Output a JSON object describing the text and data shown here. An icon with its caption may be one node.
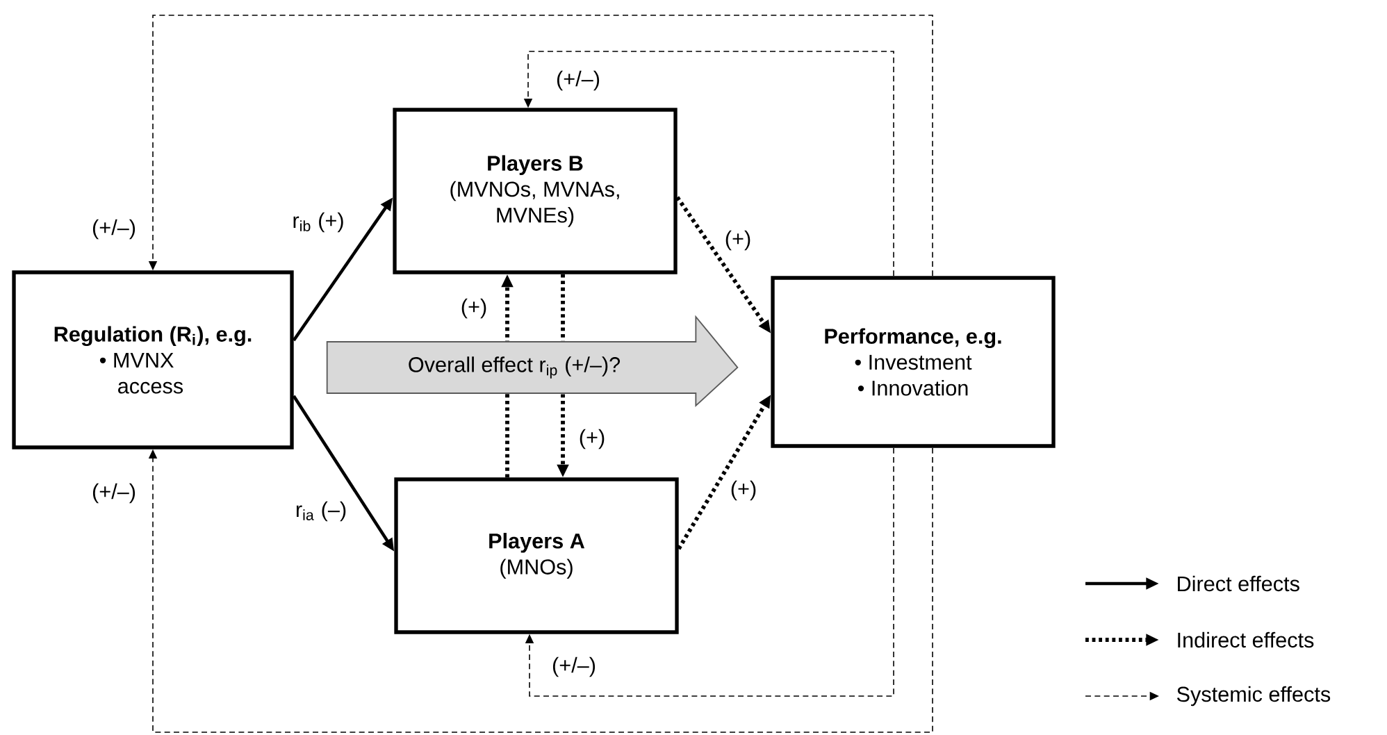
{
  "diagram": {
    "nodes": [
      {
        "text": [
          "Regulation (R$_{i}$), e.g.",
          "• MVNX access"
        ]
      },
      {
        "text": [
          "Players B",
          "(MVNOs, MVNAs, MVNEs)"
        ]
      },
      {
        "text": [
          "Players A",
          "(MNOs)"
        ]
      },
      {
        "text": [
          "Performance, e.g.",
          "• Investment",
          "• Innovation"
        ]
      }
    ],
    "edges": [
      {
        "from": 0,
        "to": 1,
        "arrow": "to",
        "label": "r$_{ib}$ (+)"
      },
      {
        "from": 0,
        "to": 2,
        "arrow": "to",
        "label": "r$_{ia}$ (–)"
      },
      {
        "from": 2,
        "to": 1,
        "arrow": "to",
        "label": "(+)",
        "style": "dashed"
      },
      {
        "from": 1,
        "to": 2,
        "arrow": "to",
        "label": "(+)",
        "style": "dashed"
      },
      {
        "from": 1,
        "to": 3,
        "arrow": "to",
        "label": "(+)",
        "style": "dashed"
      },
      {
        "from": 2,
        "to": 3,
        "arrow": "to",
        "label": "(+)",
        "style": "dashed"
      },
      {
        "from": 3,
        "to": 0,
        "arrow": "to",
        "label": "(+/–)",
        "style": "dashed"
      },
      {
        "from": 3,
        "to": 0,
        "arrow": "to",
        "label": "(+/–)",
        "style": "dashed"
      },
      {
        "from": 3,
        "to": 1,
        "arrow": "to",
        "label": "(+/–)",
        "style": "dashed"
      },
      {
        "from": 3,
        "to": 2,
        "arrow": "to",
        "label": "(+/–)",
        "style": "dashed"
      },
      {
        "from": 0,
        "to": 3,
        "arrow": "to",
        "label": "Overall effect r$_{ip}$ (+/–)?",
        "style": "thick"
      }
    ],
    "legend": [
      {
        "text": "Direct effects"
      },
      {
        "text": "Indirect effects"
      },
      {
        "text": "Systemic effects"
      }
    ]
  }
}
